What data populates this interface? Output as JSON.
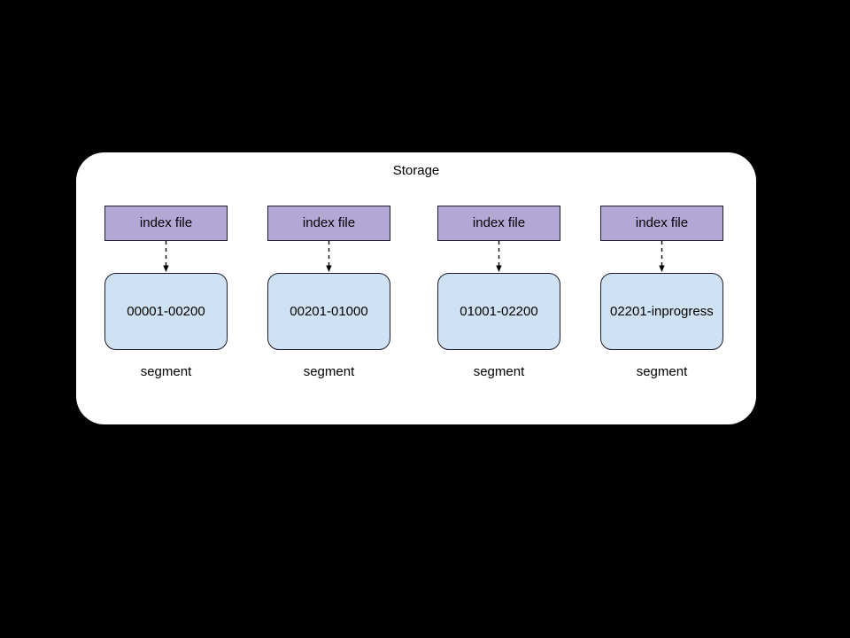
{
  "background_color": "#000000",
  "storage": {
    "title": "Storage",
    "panel_color": "#ffffff",
    "columns": [
      {
        "index_file_label": "index file",
        "segment_id": "00001-00200",
        "segment_caption": "segment",
        "index_file_color": "#b4a7d6",
        "segment_color": "#cfe2f3",
        "text_align": "center"
      },
      {
        "index_file_label": "index file",
        "segment_id": "00201-01000",
        "segment_caption": "segment",
        "index_file_color": "#b4a7d6",
        "segment_color": "#cfe2f3",
        "text_align": "center"
      },
      {
        "index_file_label": "index file",
        "segment_id": "01001-02200",
        "segment_caption": "segment",
        "index_file_color": "#b4a7d6",
        "segment_color": "#cfe2f3",
        "text_align": "center"
      },
      {
        "index_file_label": "index file",
        "segment_id": "02201-inprogress",
        "segment_caption": "segment",
        "index_file_color": "#b4a7d6",
        "segment_color": "#cfe2f3",
        "text_align": "left"
      }
    ],
    "connector": {
      "style": "dashed",
      "arrow_direction": "down",
      "color": "#000000",
      "icon": "dashed-arrow-down-icon"
    }
  }
}
